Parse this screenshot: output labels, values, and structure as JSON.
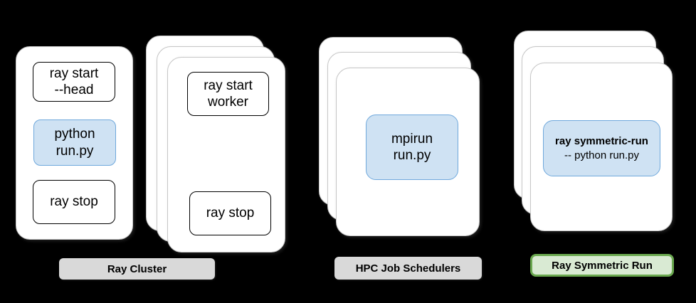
{
  "colors": {
    "background": "#000000",
    "card_fill": "#ffffff",
    "card_border": "#c6c6c6",
    "command_box_border": "#000000",
    "highlight_fill": "#cfe2f3",
    "highlight_border": "#6fa8dc",
    "gray_label_fill": "#d9d9d9",
    "green_label_fill": "#d9ead3",
    "green_label_border": "#6aa84f"
  },
  "ray_cluster": {
    "label": "Ray Cluster",
    "head_node": {
      "start_cmd": "ray start\n--head",
      "run_cmd": "python\nrun.py",
      "stop_cmd": "ray stop"
    },
    "worker_nodes": {
      "start_cmd": "ray start\nworker",
      "stop_cmd": "ray stop"
    }
  },
  "hpc": {
    "label": "HPC Job Schedulers",
    "run_cmd": "mpirun\nrun.py"
  },
  "symmetric_run": {
    "label": "Ray Symmetric Run",
    "run_cmd_title": "ray symmetric-run",
    "run_cmd_subtitle": "-- python run.py"
  }
}
